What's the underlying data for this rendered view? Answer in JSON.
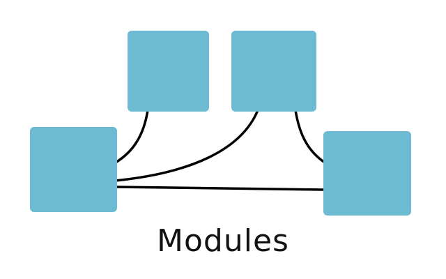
{
  "diagram": {
    "caption": "Modules",
    "colors": {
      "module_fill": "#6dbbd2",
      "connector": "#000000",
      "background": "#ffffff",
      "caption_text": "#111111"
    },
    "nodes": [
      {
        "id": "module-top-left"
      },
      {
        "id": "module-top-right"
      },
      {
        "id": "module-left"
      },
      {
        "id": "module-right"
      }
    ],
    "edges": [
      {
        "from": "module-top-left",
        "to": "module-left"
      },
      {
        "from": "module-top-right",
        "to": "module-left"
      },
      {
        "from": "module-top-right",
        "to": "module-right"
      },
      {
        "from": "module-left",
        "to": "module-right"
      }
    ]
  }
}
